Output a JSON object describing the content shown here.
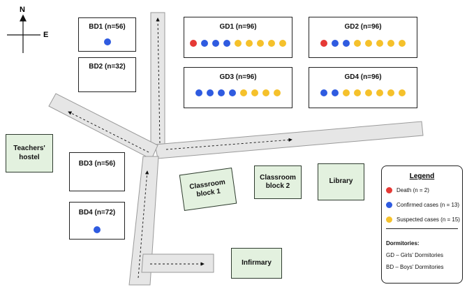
{
  "colors": {
    "death": "#e53935",
    "confirmed": "#2f5be0",
    "suspected": "#f5c12b",
    "road": "#e6e6e6",
    "building_green": "#e3f1df"
  },
  "compass": {
    "north": "N",
    "east": "E"
  },
  "boys_dorms": [
    {
      "id": "bd1",
      "title": "BD1 (n=56)",
      "cases": [
        "confirmed"
      ]
    },
    {
      "id": "bd2",
      "title": "BD2 (n=32)",
      "cases": []
    },
    {
      "id": "bd3",
      "title": "BD3 (n=56)",
      "cases": []
    },
    {
      "id": "bd4",
      "title": "BD4 (n=72)",
      "cases": [
        "confirmed"
      ]
    }
  ],
  "girls_dorms": [
    {
      "id": "gd1",
      "title": "GD1 (n=96)",
      "cases": [
        "death",
        "confirmed",
        "confirmed",
        "confirmed",
        "suspected",
        "suspected",
        "suspected",
        "suspected",
        "suspected"
      ]
    },
    {
      "id": "gd2",
      "title": "GD2 (n=96)",
      "cases": [
        "death",
        "confirmed",
        "confirmed",
        "suspected",
        "suspected",
        "suspected",
        "suspected",
        "suspected"
      ]
    },
    {
      "id": "gd3",
      "title": "GD3 (n=96)",
      "cases": [
        "confirmed",
        "confirmed",
        "confirmed",
        "confirmed",
        "suspected",
        "suspected",
        "suspected",
        "suspected"
      ]
    },
    {
      "id": "gd4",
      "title": "GD4 (n=96)",
      "cases": [
        "confirmed",
        "confirmed",
        "suspected",
        "suspected",
        "suspected",
        "suspected",
        "suspected",
        "suspected"
      ]
    }
  ],
  "buildings": {
    "teachers_hostel": "Teachers' hostel",
    "classroom_block_1": "Classroom block 1",
    "classroom_block_2": "Classroom block 2",
    "library": "Library",
    "infirmary": "Infirmary"
  },
  "legend": {
    "title": "Legend",
    "items": [
      {
        "type": "death",
        "label": "Death (n = 2)"
      },
      {
        "type": "confirmed",
        "label": "Confirmed cases (n = 13)"
      },
      {
        "type": "suspected",
        "label": "Suspected cases (n = 15)"
      }
    ],
    "dorm_heading": "Dormitories:",
    "dorm_notes": [
      "GD – Girls' Dormitories",
      "BD – Boys' Dormitories"
    ]
  }
}
